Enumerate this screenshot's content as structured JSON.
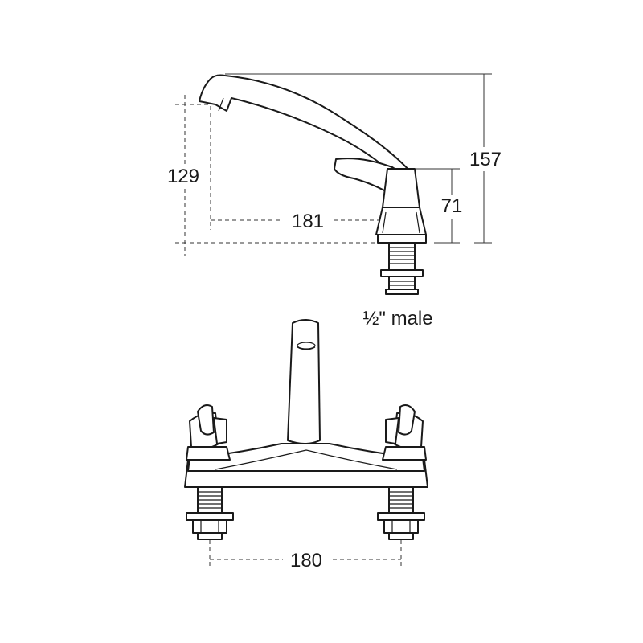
{
  "side_view": {
    "dimensions": {
      "overall_height": "157",
      "spout_height": "129",
      "spout_reach": "181",
      "body_height": "71"
    },
    "connection_label": "½\" male"
  },
  "front_view": {
    "dimensions": {
      "tap_centres": "180"
    }
  }
}
